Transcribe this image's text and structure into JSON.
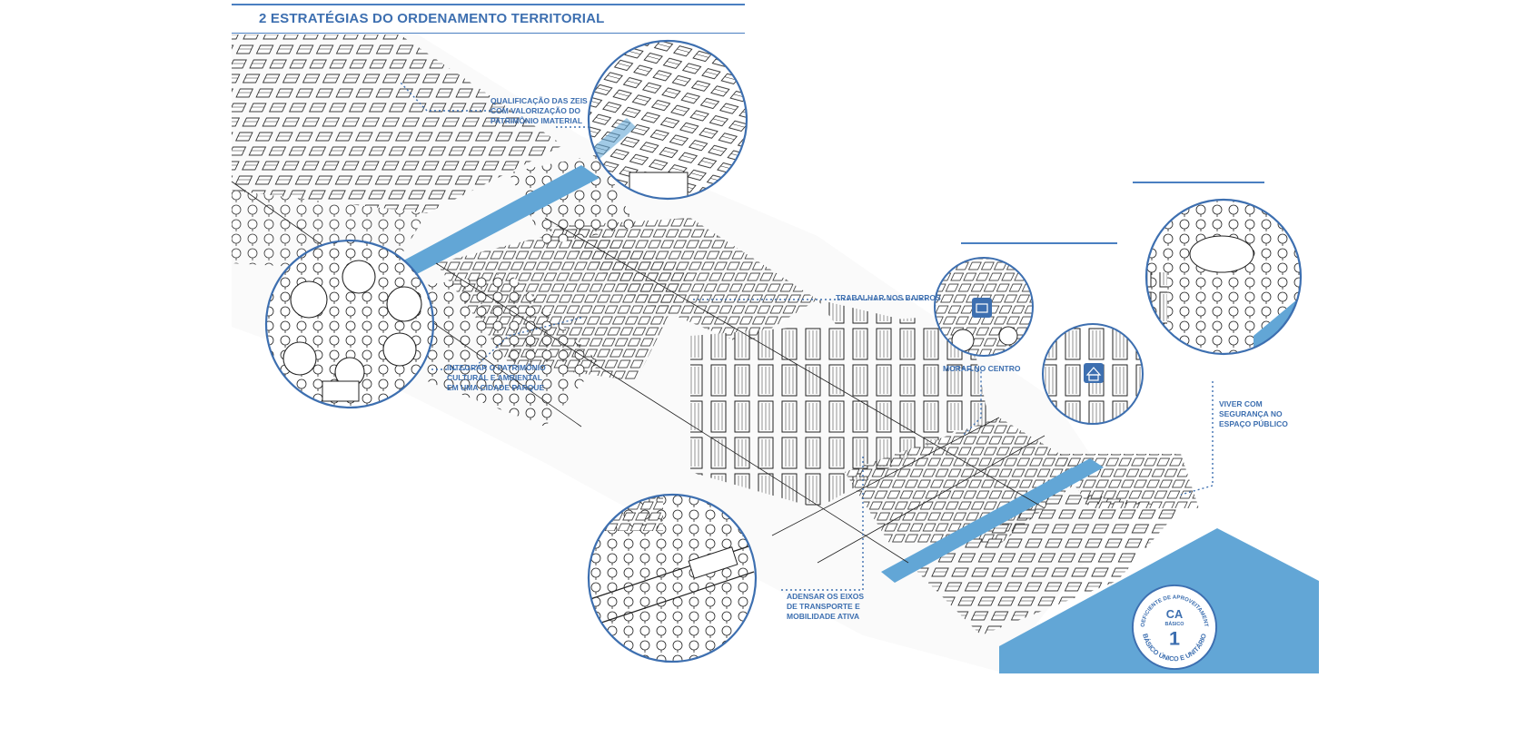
{
  "header": {
    "title": "2  ESTRATÉGIAS DO ORDENAMENTO TERRITORIAL"
  },
  "callouts": [
    {
      "id": "zeis",
      "lines": [
        "QUALIFICAÇÃO DAS ZEIS",
        "COM VALORIZAÇÃO DO",
        "PATRIMÔNIO IMATERIAL"
      ]
    },
    {
      "id": "cidade-parque",
      "lines": [
        "INTEGRAR O PATRIMÔNIO",
        "CULTURAL E AMBIENTAL",
        "EM UMA CIDADE PARQUE"
      ]
    },
    {
      "id": "bairros",
      "lines": [
        "TRABALHAR NOS BAIRROS"
      ]
    },
    {
      "id": "centro",
      "lines": [
        "MORAR NO CENTRO"
      ]
    },
    {
      "id": "seguranca",
      "lines": [
        "VIVER COM",
        "SEGURANÇA NO",
        "ESPAÇO PÚBLICO"
      ]
    },
    {
      "id": "eixos",
      "lines": [
        "ADENSAR OS EIXOS",
        "DE TRANSPORTE E",
        "MOBILIDADE ATIVA"
      ]
    }
  ],
  "badge": {
    "top_arc": "COEFICIENTE DE APROVEITAMENTO",
    "ca": "CA",
    "basico": "BÁSICO",
    "value": "1",
    "bottom_arc": "BÁSICO ÚNICO E UNITÁRIO"
  },
  "colors": {
    "accent": "#3d6fb0",
    "water": "#62a6d6",
    "line": "#222222"
  }
}
